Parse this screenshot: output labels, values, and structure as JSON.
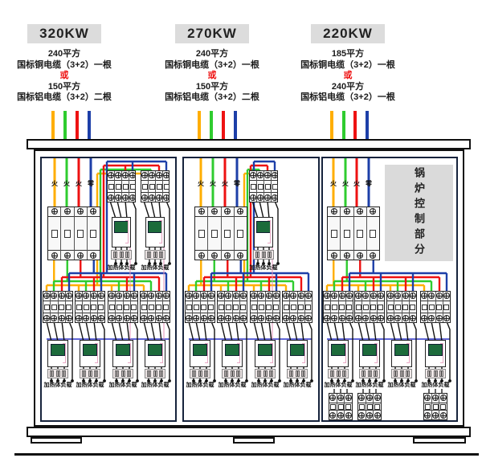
{
  "sections": [
    {
      "heading": "320KW",
      "spec": {
        "line1": "240平方",
        "line2": "国标铜电缆（3+2）一根",
        "or": "或",
        "line3": "150平方",
        "line4": "国标铝电缆（3+2）二根"
      }
    },
    {
      "heading": "270KW",
      "spec": {
        "line1": "240平方",
        "line2": "国标铜电缆（3+2）一根",
        "or": "或",
        "line3": "150平方",
        "line4": "国标铝电缆（3+2）二根"
      }
    },
    {
      "heading": "220KW",
      "spec": {
        "line1": "185平方",
        "line2": "国标铜电缆（3+2）一根",
        "or": "或",
        "line3": "240平方",
        "line4": "国标铝电缆（3+2）一根"
      },
      "boiler_label": "锅炉控制部分"
    }
  ],
  "labels": {
    "heater_load": "加热体负载",
    "phases": [
      "火",
      "火",
      "火",
      "零"
    ]
  },
  "colors": {
    "phase_wires": [
      "#FFAE00",
      "#2FCC2F",
      "#EE1212",
      "#1D3FA8"
    ],
    "neutral_link": "#2B35C8",
    "coil_link": "#E390B8",
    "contactor_display": "#1C6B3B",
    "heading_bg": "#DCDCDC",
    "boiler_bg": "#DADADA",
    "or_text": "#EE1212",
    "wire_black": "#111111"
  }
}
